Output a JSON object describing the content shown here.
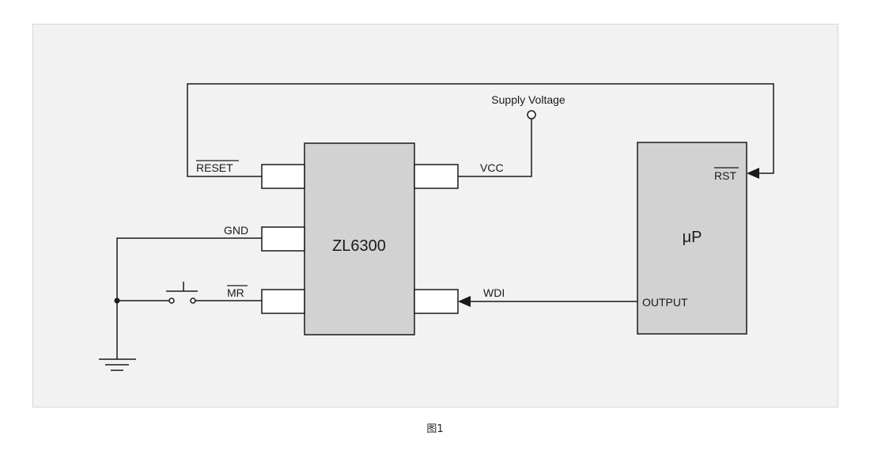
{
  "figure": {
    "caption": "图1",
    "colors": {
      "background": "#f2f2f2",
      "block_fill": "#d2d2d2",
      "line": "#1a1a1a"
    }
  },
  "chip": {
    "name": "ZL6300",
    "pins": {
      "reset": "RESET",
      "gnd": "GND",
      "mr": "MR",
      "vcc": "VCC",
      "wdi": "WDI"
    }
  },
  "supply": {
    "label": "Supply Voltage"
  },
  "mcu": {
    "name": "μP",
    "pins": {
      "rst": "RST",
      "output": "OUTPUT"
    }
  }
}
